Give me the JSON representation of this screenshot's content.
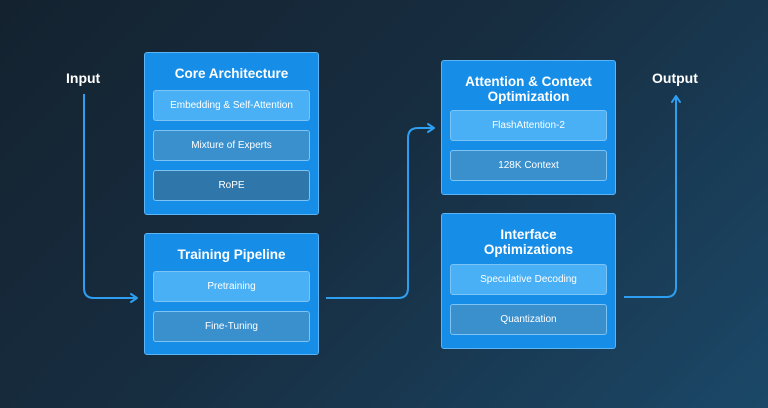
{
  "io": {
    "input": "Input",
    "output": "Output"
  },
  "boxes": {
    "core": {
      "title": "Core Architecture",
      "items": [
        "Embedding & Self-Attention",
        "Mixture of Experts",
        "RoPE"
      ]
    },
    "training": {
      "title": "Training Pipeline",
      "items": [
        "Pretraining",
        "Fine-Tuning"
      ]
    },
    "attention": {
      "title_lines": [
        "Attention & Context",
        "Optimization"
      ],
      "items": [
        "FlashAttention-2",
        "128K Context"
      ]
    },
    "interface": {
      "title_lines": [
        "Interface",
        "Optimizations"
      ],
      "items": [
        "Speculative Decoding",
        "Quantization"
      ]
    }
  },
  "colors": {
    "box_fill": "#168ee8",
    "box_border": "#5ab4f5",
    "arrow": "#2e9ff0",
    "chip_light": "#49b0f5",
    "chip_mid": "#3a8fcd",
    "chip_dark": "#2f77ab"
  }
}
